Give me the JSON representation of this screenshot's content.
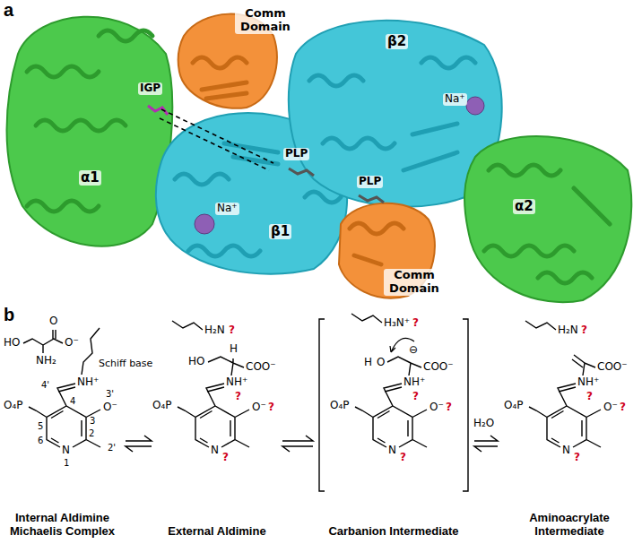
{
  "diagram": {
    "nodes": [
      {
        "text": [
          "Internal Aldimine Michaelis Complex"
        ]
      },
      {
        "text": [
          "External Aldimine"
        ]
      },
      {
        "text": [
          "Carbanion Intermediate"
        ]
      },
      {
        "text": [
          "Aminoacrylate Intermediate"
        ]
      }
    ],
    "edges": [
      {
        "from": 0,
        "to": 1,
        "arrow": "both"
      },
      {
        "from": 1,
        "to": 2,
        "arrow": "both"
      },
      {
        "from": 2,
        "to": 3,
        "arrow": "both"
      }
    ],
    "labels": [
      "a",
      "Comm Domain",
      "β2",
      "Na⁺",
      "IGP",
      "α1",
      "PLP",
      "Na⁺",
      "β1",
      "PLP",
      "Comm Domain",
      "α2",
      "b",
      "HO",
      "O",
      "O⁻",
      "NH₂",
      "Schiff base",
      "4'",
      "NH⁺",
      "4",
      "3",
      "O⁻",
      "3'",
      "O₄P",
      "5",
      "6",
      "N",
      "1",
      "2",
      "2'",
      "H₂N",
      "?",
      "H",
      "HO",
      "COO⁻",
      "NH⁺",
      "?",
      "O⁻",
      "?",
      "O₄P",
      "N",
      "?",
      "H₃N⁺",
      "?",
      "H",
      "O",
      "⊖",
      "COO⁻",
      "NH⁺",
      "?",
      "O⁻",
      "?",
      "O₄P",
      "N",
      "?",
      "H₂N",
      "?",
      "COO⁻",
      "NH⁺",
      "?",
      "O⁻",
      "?",
      "O₄P",
      "N",
      "?",
      "H₂O"
    ]
  }
}
